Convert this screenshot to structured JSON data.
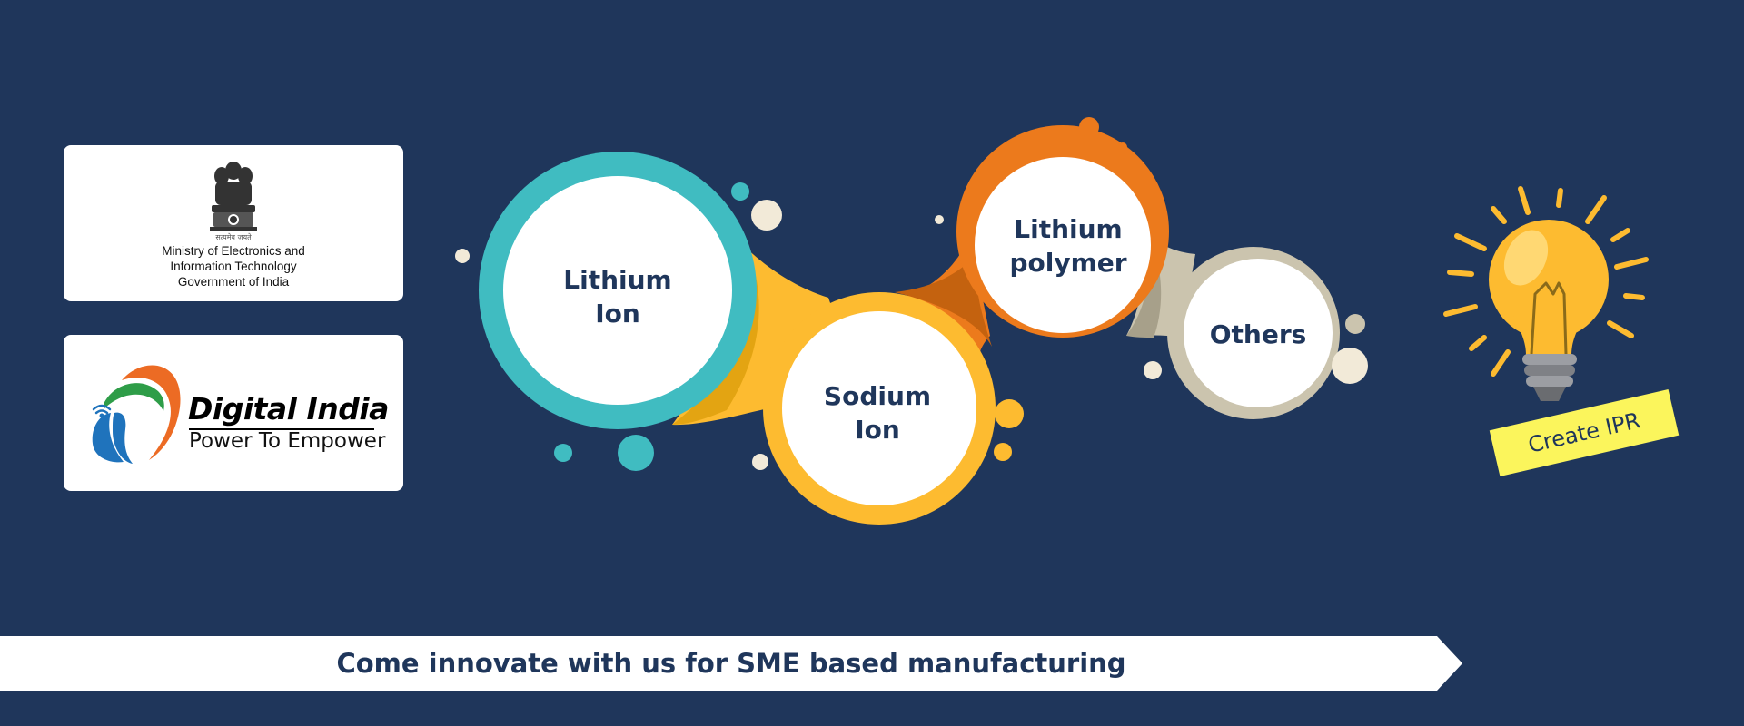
{
  "colors": {
    "background": "#1f365b",
    "teal": "#40bcc1",
    "yellow": "#fdbb30",
    "orange": "#ec7a1c",
    "beige": "#cbc4ae",
    "label": "#1f365b",
    "tag": "#fbf55c"
  },
  "meity": {
    "emblem_caption": "सत्यमेव जयते",
    "line1": "Ministry of Electronics and",
    "line2": "Information Technology",
    "line3": "Government of India"
  },
  "digital_india": {
    "title": "Digital India",
    "tagline": "Power To Empower"
  },
  "bubbles": {
    "lithium_ion": {
      "line1": "Lithium",
      "line2": "Ion"
    },
    "sodium_ion": {
      "line1": "Sodium",
      "line2": "Ion"
    },
    "lithium_polymer": {
      "line1": "Lithium",
      "line2": "polymer"
    },
    "others": {
      "line1": "Others"
    }
  },
  "ipr": {
    "label": "Create IPR",
    "icon": "lightbulb-icon"
  },
  "banner": {
    "text": "Come innovate with us for SME based manufacturing"
  }
}
